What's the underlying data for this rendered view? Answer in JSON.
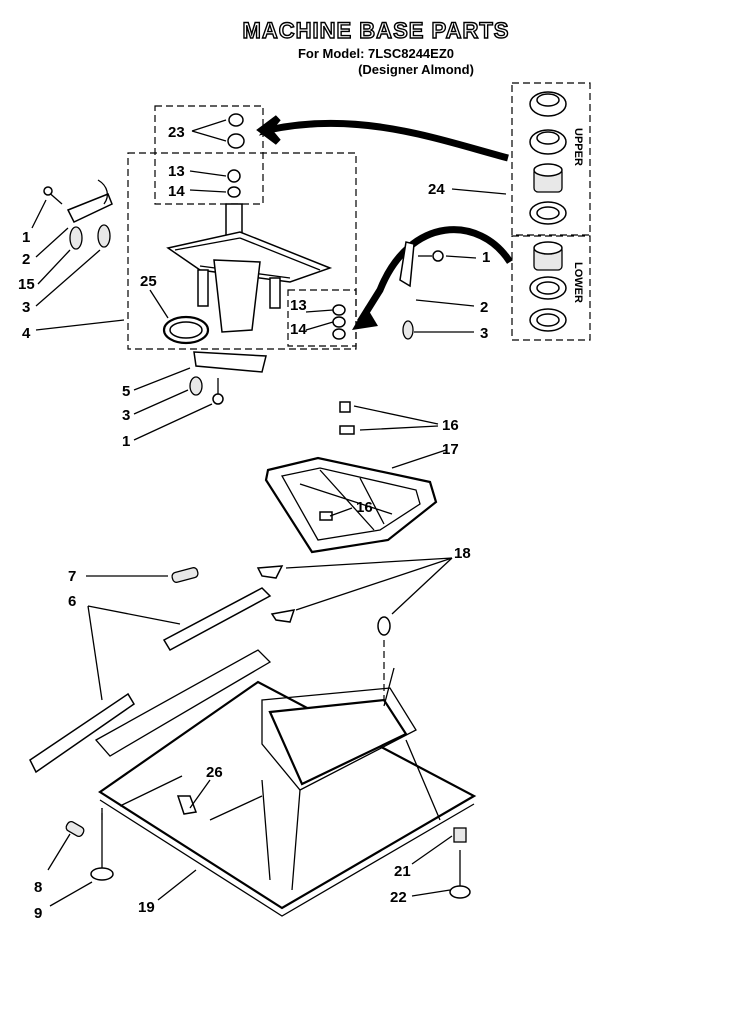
{
  "title": "MACHINE BASE PARTS",
  "model_line": "For Model: 7LSC8244EZ0",
  "variant_line": "(Designer Almond)",
  "kit_labels": {
    "upper": "UPPER",
    "lower": "LOWER"
  },
  "callouts": {
    "c23": "23",
    "c13a": "13",
    "c14a": "14",
    "c24": "24",
    "c1a": "1",
    "c2a": "2",
    "c15": "15",
    "c3a": "3",
    "c4": "4",
    "c25": "25",
    "c1b": "1",
    "c2b": "2",
    "c3b": "3",
    "c13b": "13",
    "c14b": "14",
    "c5": "5",
    "c3c": "3",
    "c1c": "1",
    "c16a": "16",
    "c17": "17",
    "c16b": "16",
    "c7": "7",
    "c6": "6",
    "c18": "18",
    "c26": "26",
    "c8": "8",
    "c9": "9",
    "c19": "19",
    "c21": "21",
    "c22": "22"
  }
}
